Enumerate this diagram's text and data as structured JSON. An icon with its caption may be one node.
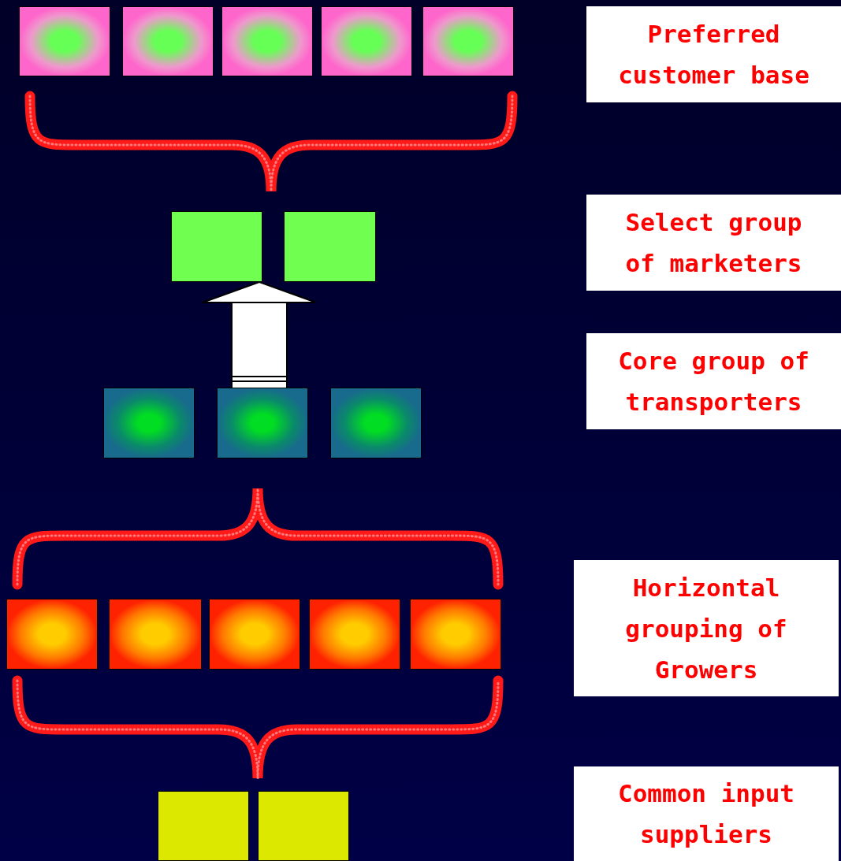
{
  "diagram": {
    "nodes": [
      {
        "text": [],
        "shape": "box"
      },
      {
        "text": [],
        "shape": "box"
      },
      {
        "text": [],
        "shape": "box"
      },
      {
        "text": [],
        "shape": "box"
      },
      {
        "text": [],
        "shape": "box"
      },
      {
        "text": [
          "Preferred customer base"
        ]
      },
      {
        "text": [],
        "shape": "box"
      },
      {
        "text": [],
        "shape": "box"
      },
      {
        "text": [
          "Select group of marketers"
        ]
      },
      {
        "text": [],
        "shape": "box"
      },
      {
        "text": [],
        "shape": "box"
      },
      {
        "text": [],
        "shape": "box"
      },
      {
        "text": [
          "Core group of transporters"
        ]
      },
      {
        "text": [],
        "shape": "box"
      },
      {
        "text": [],
        "shape": "box"
      },
      {
        "text": [],
        "shape": "box"
      },
      {
        "text": [],
        "shape": "box"
      },
      {
        "text": [],
        "shape": "box"
      },
      {
        "text": [
          "Horizontal grouping of Growers"
        ]
      },
      {
        "text": [],
        "shape": "box"
      },
      {
        "text": [],
        "shape": "box"
      },
      {
        "text": [
          "Common input suppliers"
        ]
      }
    ],
    "edges": [
      {
        "from": 10,
        "to": 6,
        "arrow": "to"
      }
    ]
  }
}
